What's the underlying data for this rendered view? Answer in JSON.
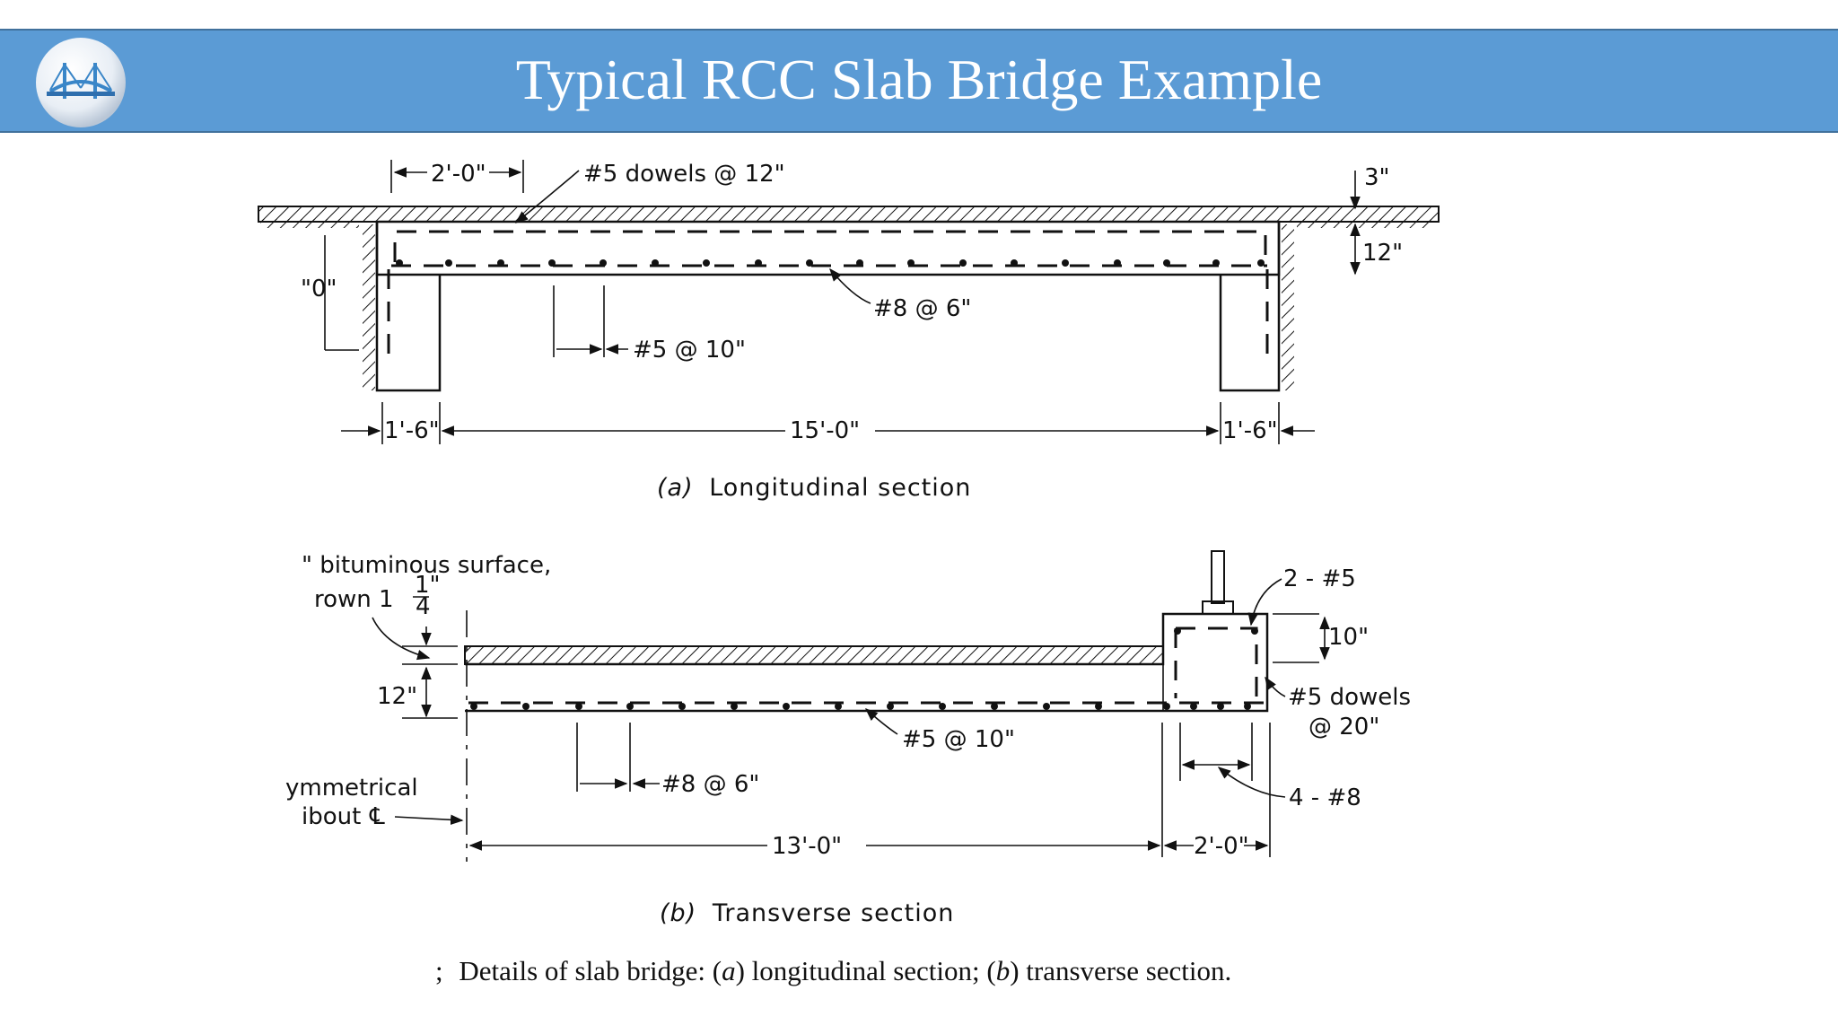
{
  "slide": {
    "title": "Typical RCC Slab Bridge Example",
    "accent_color": "#5b9bd5",
    "logo_icon": "bridge-globe-icon"
  },
  "longitudinal": {
    "dim_top_left": "2'-0\"",
    "dowels_label": "#5 dowels @ 12\"",
    "wearing_3": "3\"",
    "slab_12": "12\"",
    "left_height": "\"0\"",
    "main_bars": "#8 @ 6\"",
    "dist_bars": "#5 @ 10\"",
    "support_left": "1'-6\"",
    "span": "15'-0\"",
    "support_right": "1'-6\"",
    "caption_letter": "(a)",
    "caption_text": "Longitudinal section"
  },
  "transverse": {
    "surface_line1": "\" bituminous surface,",
    "surface_line2": "rown 1",
    "frac_num": "1\"",
    "frac_den": "4",
    "slab_12": "12\"",
    "curb_bars": "2 - #5",
    "curb_10": "10\"",
    "curb_dowels_1": "#5 dowels",
    "curb_dowels_2": "@ 20\"",
    "dist_bars": "#5 @ 10\"",
    "main_bars": "#8 @ 6\"",
    "curb_main": "4 - #8",
    "sym_line1": "ymmetrical",
    "sym_line2": "ibout",
    "half_width": "13'-0\"",
    "curb_width": "2'-0\"",
    "caption_letter": "(b)",
    "caption_text": "Transverse section"
  },
  "figure_caption": {
    "marker": ";",
    "prefix": "Details of slab bridge: (",
    "a": "a",
    "mid1": ") longitudinal section; (",
    "b": "b",
    "mid2": ") transverse section."
  }
}
